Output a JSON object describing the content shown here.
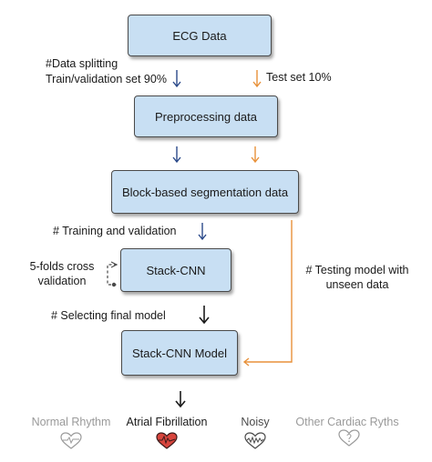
{
  "boxes": {
    "ecg_data": "ECG Data",
    "preprocessing": "Preprocessing data",
    "segmentation": "Block-based segmentation data",
    "stack_cnn": "Stack-CNN",
    "stack_cnn_model": "Stack-CNN  Model"
  },
  "labels": {
    "data_splitting": "#Data splitting",
    "train_validation": "Train/validation set 90%",
    "test_set": "Test set 10%",
    "training_validation": "# Training and validation",
    "five_folds_line1": "5-folds cross",
    "five_folds_line2": "validation",
    "testing_line1": "# Testing model with",
    "testing_line2": "unseen data",
    "selecting": "# Selecting final model"
  },
  "outcomes": [
    {
      "label": "Normal Rhythm",
      "color": "#9a9a9a"
    },
    {
      "label": "Atrial Fibrillation",
      "color": "#1a1a1a"
    },
    {
      "label": "Noisy",
      "color": "#4a4a4a"
    },
    {
      "label": "Other Cardiac Ryths",
      "color": "#9a9a9a"
    }
  ],
  "colors": {
    "box_fill": "#c8dff3",
    "train_arrow": "#2b4a8a",
    "test_arrow": "#e8913a",
    "heart_red": "#d8453d"
  }
}
